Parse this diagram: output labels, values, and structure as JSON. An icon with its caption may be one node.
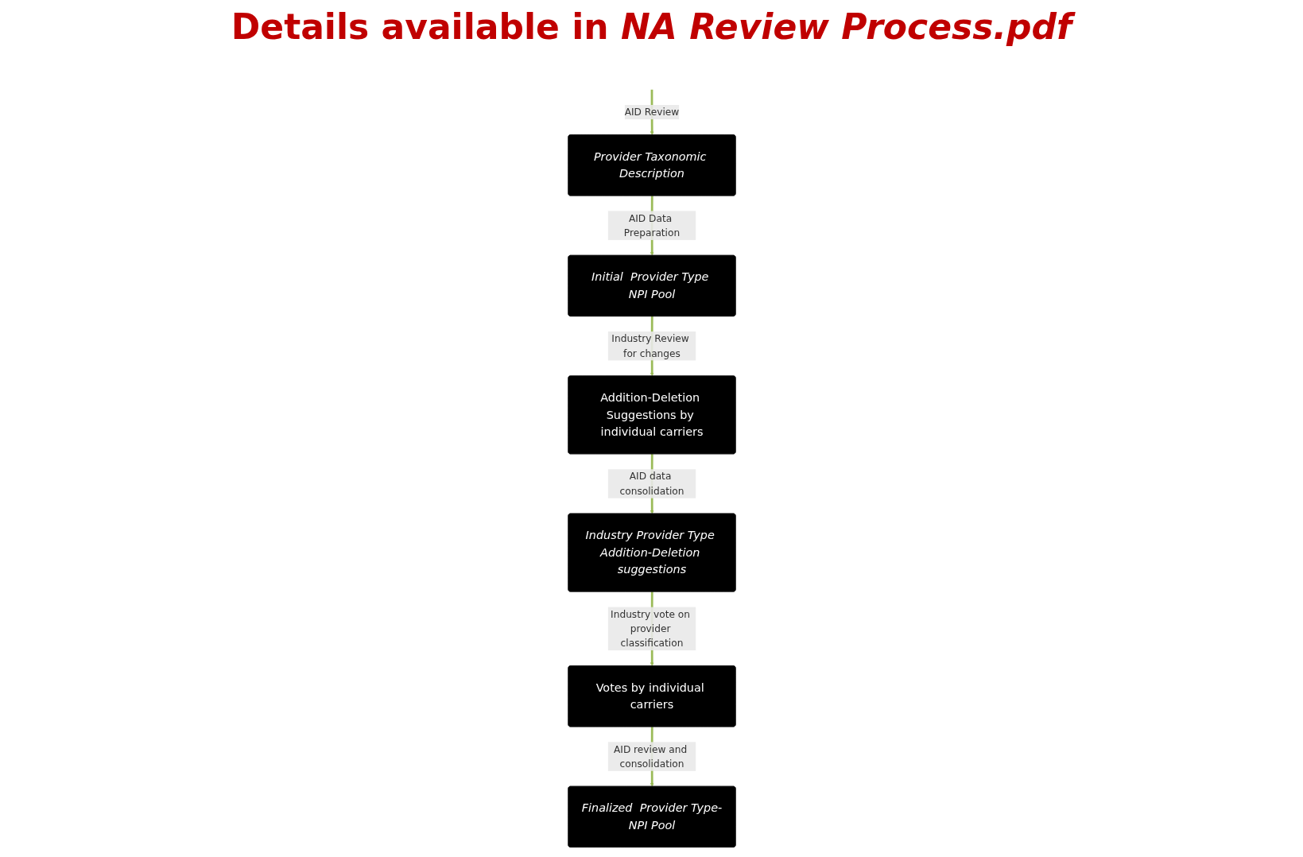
{
  "diagram": {
    "title": "Details available in *NA Review Process.pdf*",
    "nodes": [
      {
        "text": [
          "Provider Taxonomic Description"
        ]
      },
      {
        "text": [
          "Initial  Provider Type NPI Pool"
        ]
      },
      {
        "text": [
          "Addition-Deletion Suggestions by individual carriers"
        ]
      },
      {
        "text": [
          "Industry Provider Type Addition-Deletion suggestions"
        ]
      },
      {
        "text": [
          "Votes by individual carriers"
        ]
      },
      {
        "text": [
          "Finalized  Provider Type-NPI Pool"
        ]
      }
    ],
    "edges": [
      {
        "from": null,
        "to": 0,
        "arrow": "to",
        "label": "AID Review"
      },
      {
        "from": 0,
        "to": 1,
        "arrow": "to",
        "label": "AID Data Preparation"
      },
      {
        "from": 1,
        "to": 2,
        "arrow": "to",
        "label": "Industry Review for changes"
      },
      {
        "from": 2,
        "to": 3,
        "arrow": "to",
        "label": "AID data consolidation"
      },
      {
        "from": 3,
        "to": 4,
        "arrow": "to",
        "label": "Industry vote on provider classification"
      },
      {
        "from": 4,
        "to": 5,
        "arrow": "to",
        "label": "AID review and consolidation"
      }
    ]
  }
}
